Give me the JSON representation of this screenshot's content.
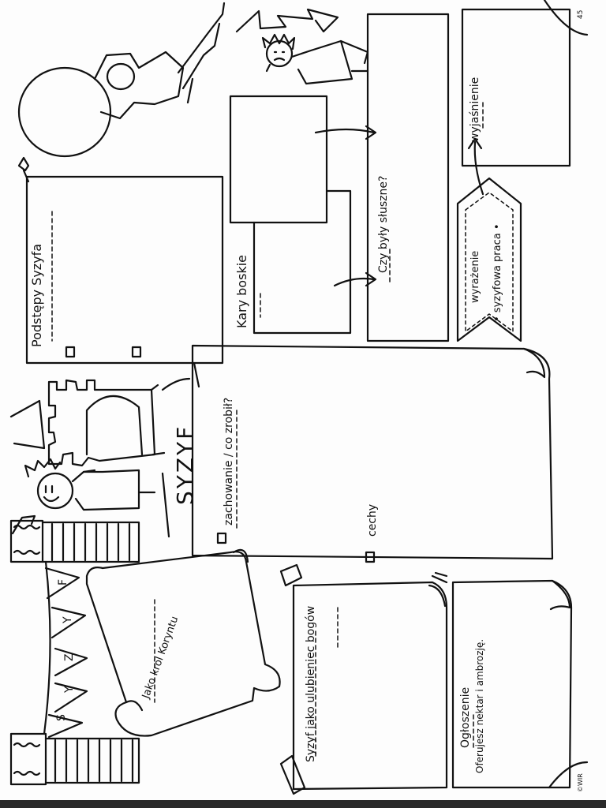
{
  "page_number": "45",
  "copyright": "©WIR",
  "title": "SYZYF",
  "main_box": {
    "behavior_label": "zachowanie / co zrobił?",
    "traits_label": "cechy"
  },
  "progress_box": {
    "title": "Podstępy Syzyfa"
  },
  "punishments": {
    "title": "Kary boskie",
    "question": "Czy były słuszne?"
  },
  "explanation": {
    "title": "wyjaśnienie"
  },
  "phrase_banner": {
    "line1": "wyrażenie",
    "line2": "• syzyfowa praca •"
  },
  "king_scroll": {
    "title": "Jako król Koryntu"
  },
  "favorite_box": {
    "title": "Syzyf jako ulubieniec bogów"
  },
  "ad_box": {
    "title": "Ogłoszenie",
    "subtitle": "Oferujesz nektar i ambrozję."
  },
  "bunting_letters": [
    "S",
    "Y",
    "Z",
    "Y",
    "F"
  ],
  "colors": {
    "ink": "#111111",
    "paper": "#fdfdfd"
  }
}
